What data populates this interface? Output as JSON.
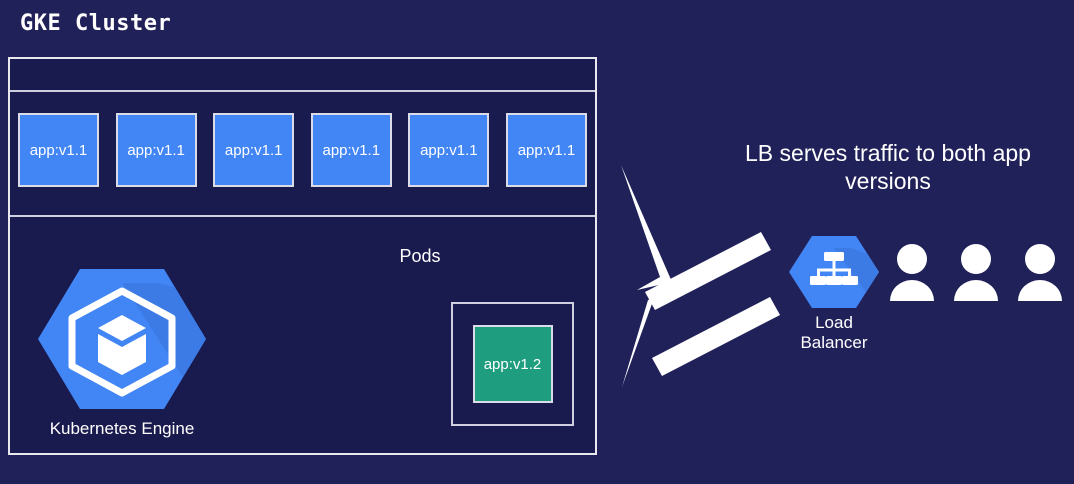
{
  "diagram": {
    "title": "GKE Cluster",
    "background_color": "#21215a",
    "cluster_background_color": "#191a4d",
    "pod_color": "#4285f4",
    "green_pod_color": "#1e9e7e",
    "accent_color": "#4285f4",
    "stroke_color": "#e8e8ee"
  },
  "cluster": {
    "pods_label": "Pods",
    "pods": [
      {
        "label": "app:v1.1"
      },
      {
        "label": "app:v1.1"
      },
      {
        "label": "app:v1.1"
      },
      {
        "label": "app:v1.1"
      },
      {
        "label": "app:v1.1"
      },
      {
        "label": "app:v1.1"
      }
    ],
    "new_pod": {
      "label": "app:v1.2"
    },
    "engine": {
      "caption": "Kubernetes Engine",
      "icon": "kubernetes-engine-hexagon-icon"
    }
  },
  "right_panel": {
    "caption_line1": "LB serves traffic to both app",
    "caption_line2": "versions",
    "load_balancer": {
      "caption_line1": "Load",
      "caption_line2": "Balancer",
      "icon": "load-balancer-hexagon-icon"
    },
    "users": [
      {
        "icon": "user-icon"
      },
      {
        "icon": "user-icon"
      },
      {
        "icon": "user-icon"
      }
    ],
    "arrows": [
      {
        "name": "arrow-lb-to-v1-1",
        "direction": "up-left"
      },
      {
        "name": "arrow-lb-to-v1-2",
        "direction": "down-left"
      }
    ]
  }
}
